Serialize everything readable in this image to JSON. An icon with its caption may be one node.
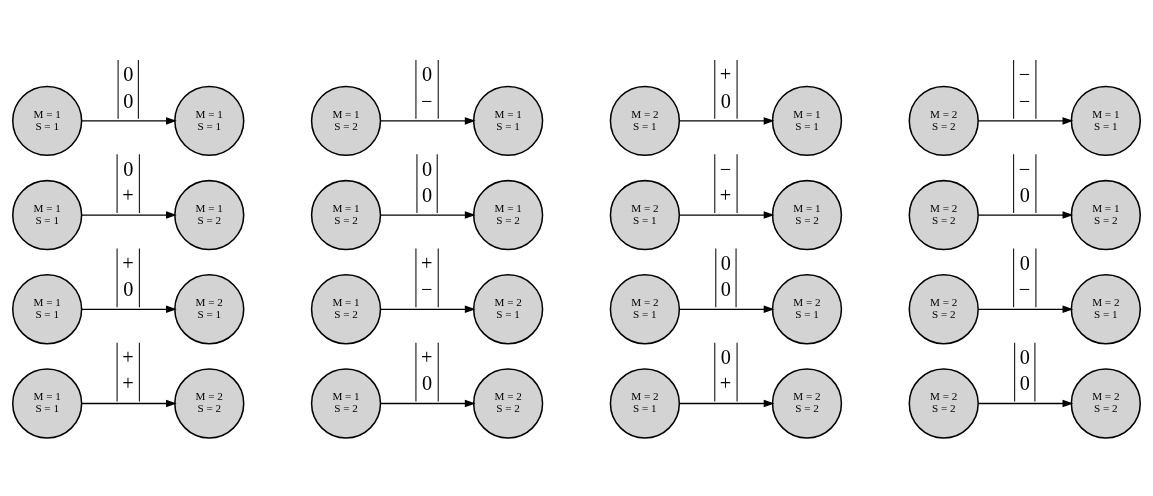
{
  "diagram": {
    "nodes": [
      {
        "text": [
          "M = 1",
          "S = 1"
        ]
      },
      {
        "text": [
          "M = 1",
          "S = 1"
        ]
      },
      {
        "text": [
          "M = 1",
          "S = 2"
        ]
      },
      {
        "text": [
          "M = 1",
          "S = 1"
        ]
      },
      {
        "text": [
          "M = 2",
          "S = 1"
        ]
      },
      {
        "text": [
          "M = 1",
          "S = 1"
        ]
      },
      {
        "text": [
          "M = 2",
          "S = 2"
        ]
      },
      {
        "text": [
          "M = 1",
          "S = 1"
        ]
      },
      {
        "text": [
          "M = 1",
          "S = 1"
        ]
      },
      {
        "text": [
          "M = 1",
          "S = 2"
        ]
      },
      {
        "text": [
          "M = 1",
          "S = 2"
        ]
      },
      {
        "text": [
          "M = 1",
          "S = 2"
        ]
      },
      {
        "text": [
          "M = 2",
          "S = 1"
        ]
      },
      {
        "text": [
          "M = 1",
          "S = 2"
        ]
      },
      {
        "text": [
          "M = 2",
          "S = 2"
        ]
      },
      {
        "text": [
          "M = 1",
          "S = 2"
        ]
      },
      {
        "text": [
          "M = 1",
          "S = 1"
        ]
      },
      {
        "text": [
          "M = 2",
          "S = 1"
        ]
      },
      {
        "text": [
          "M = 1",
          "S = 2"
        ]
      },
      {
        "text": [
          "M = 2",
          "S = 1"
        ]
      },
      {
        "text": [
          "M = 2",
          "S = 1"
        ]
      },
      {
        "text": [
          "M = 2",
          "S = 1"
        ]
      },
      {
        "text": [
          "M = 2",
          "S = 2"
        ]
      },
      {
        "text": [
          "M = 2",
          "S = 1"
        ]
      },
      {
        "text": [
          "M = 1",
          "S = 1"
        ]
      },
      {
        "text": [
          "M = 2",
          "S = 2"
        ]
      },
      {
        "text": [
          "M = 1",
          "S = 2"
        ]
      },
      {
        "text": [
          "M = 2",
          "S = 2"
        ]
      },
      {
        "text": [
          "M = 2",
          "S = 1"
        ]
      },
      {
        "text": [
          "M = 2",
          "S = 2"
        ]
      },
      {
        "text": [
          "M = 2",
          "S = 2"
        ]
      },
      {
        "text": [
          "M = 2",
          "S = 2"
        ]
      }
    ],
    "edges": [
      {
        "from": 0,
        "to": 1,
        "arrow": "to",
        "label": "0 0"
      },
      {
        "from": 2,
        "to": 3,
        "arrow": "to",
        "label": "0 −"
      },
      {
        "from": 4,
        "to": 5,
        "arrow": "to",
        "label": "+ 0"
      },
      {
        "from": 6,
        "to": 7,
        "arrow": "to",
        "label": "− −"
      },
      {
        "from": 8,
        "to": 9,
        "arrow": "to",
        "label": "0 +"
      },
      {
        "from": 10,
        "to": 11,
        "arrow": "to",
        "label": "0 0"
      },
      {
        "from": 12,
        "to": 13,
        "arrow": "to",
        "label": "− +"
      },
      {
        "from": 14,
        "to": 15,
        "arrow": "to",
        "label": "− 0"
      },
      {
        "from": 16,
        "to": 17,
        "arrow": "to",
        "label": "+ 0"
      },
      {
        "from": 18,
        "to": 19,
        "arrow": "to",
        "label": "+ −"
      },
      {
        "from": 20,
        "to": 21,
        "arrow": "to",
        "label": "0 0"
      },
      {
        "from": 22,
        "to": 23,
        "arrow": "to",
        "label": "0 −"
      },
      {
        "from": 24,
        "to": 25,
        "arrow": "to",
        "label": "+ +"
      },
      {
        "from": 26,
        "to": 27,
        "arrow": "to",
        "label": "+ 0"
      },
      {
        "from": 28,
        "to": 29,
        "arrow": "to",
        "label": "0 +"
      },
      {
        "from": 30,
        "to": 31,
        "arrow": "to",
        "label": "0 0"
      }
    ]
  }
}
